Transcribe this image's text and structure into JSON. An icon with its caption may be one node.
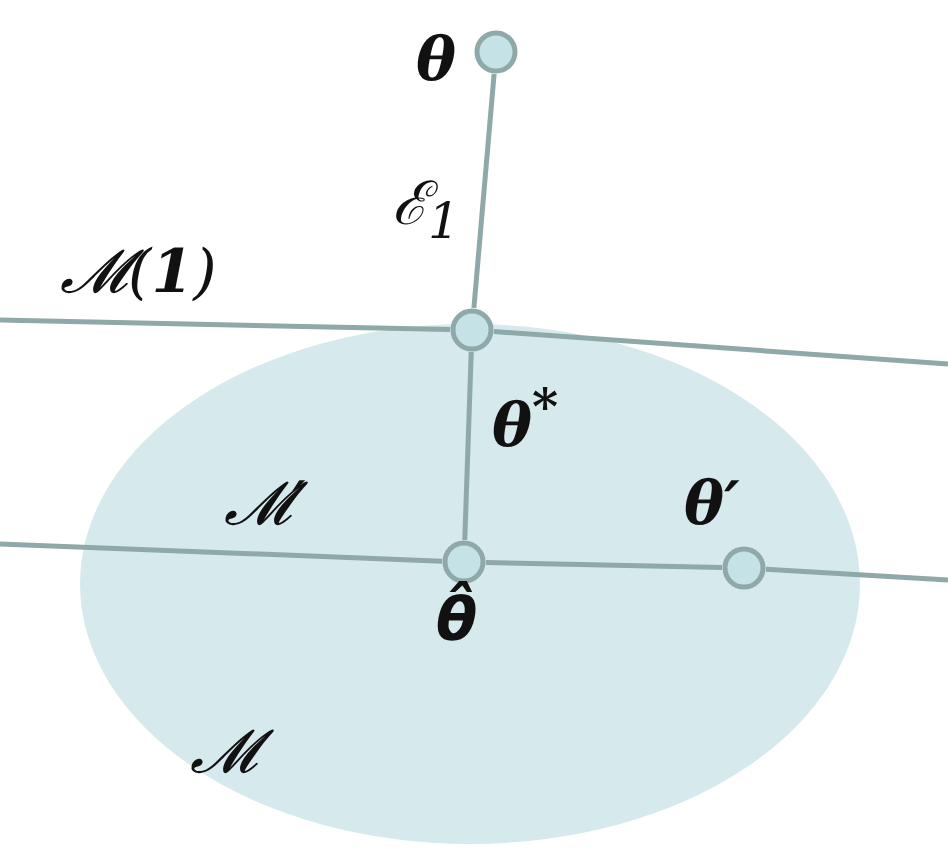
{
  "diagram": {
    "nodes": [
      {
        "text": [
          "𝓜"
        ]
      },
      {
        "text": [],
        "shape": "circle",
        "beside": [
          "θ"
        ]
      },
      {
        "text": [],
        "shape": "circle",
        "beside": [
          "θ$^{*}$"
        ]
      },
      {
        "text": [],
        "shape": "circle",
        "beside": [
          "θ̂"
        ],
        "in": 0
      },
      {
        "text": [],
        "shape": "circle",
        "beside": [
          "θ′"
        ],
        "in": 0
      }
    ],
    "edges": [
      {
        "from": 1,
        "to": 2,
        "arrow": "none",
        "label": "ℰ$_{1}$"
      },
      {
        "from": null,
        "to": 2,
        "arrow": "none",
        "label": "𝓜(**1**)"
      },
      {
        "from": 2,
        "to": null,
        "arrow": "none"
      },
      {
        "from": 2,
        "to": 3,
        "arrow": "none"
      },
      {
        "from": null,
        "to": 3,
        "arrow": "none",
        "label": "𝓜′"
      },
      {
        "from": 3,
        "to": 4,
        "arrow": "none"
      },
      {
        "from": 4,
        "to": null,
        "arrow": "none"
      }
    ]
  }
}
